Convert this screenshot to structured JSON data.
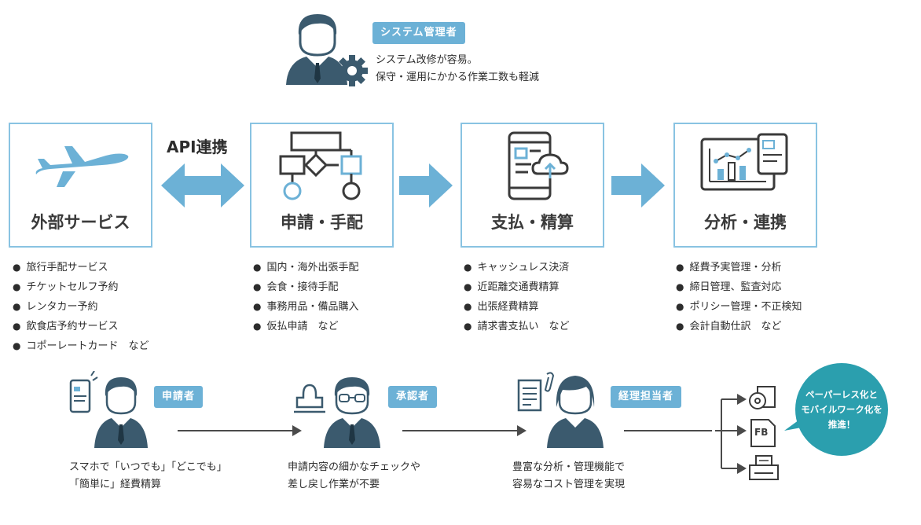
{
  "admin": {
    "role": "システム管理者",
    "lines": [
      "システム改修が容易。",
      "保守・運用にかかる作業工数も軽減"
    ]
  },
  "api_label": "API連携",
  "stages": [
    {
      "label": "外部サービス",
      "items": [
        "旅行手配サービス",
        "チケットセルフ予約",
        "レンタカー予約",
        "飲食店予約サービス",
        "コポーレートカード　など"
      ]
    },
    {
      "label": "申請・手配",
      "items": [
        "国内・海外出張手配",
        "会食・接待手配",
        "事務用品・備品購入",
        "仮払申請　など"
      ]
    },
    {
      "label": "支払・精算",
      "items": [
        "キャッシュレス決済",
        "近距離交通費精算",
        "出張経費精算",
        "請求書支払い　など"
      ]
    },
    {
      "label": "分析・連携",
      "items": [
        "経費予実管理・分析",
        "締日管理、監査対応",
        "ポリシー管理・不正検知",
        "会計自動仕訳　など"
      ]
    }
  ],
  "people": [
    {
      "role": "申請者",
      "lines": [
        "スマホで「いつでも」「どこでも」",
        "「簡単に」経費精算"
      ]
    },
    {
      "role": "承認者",
      "lines": [
        "申請内容の細かなチェックや",
        "差し戻し作業が不要"
      ]
    },
    {
      "role": "経理担当者",
      "lines": [
        "豊富な分析・管理機能で",
        "容易なコスト管理を実現"
      ]
    }
  ],
  "output_icons": {
    "fb_label": "FB"
  },
  "bubble": {
    "lines": [
      "ペーパーレス化と",
      "モバイルワーク化を",
      "推進！"
    ]
  },
  "colors": {
    "accent": "#6cb1d6",
    "border": "#89c3e2",
    "icon_dark": "#3b5a6e",
    "bubble": "#2b9fae"
  }
}
